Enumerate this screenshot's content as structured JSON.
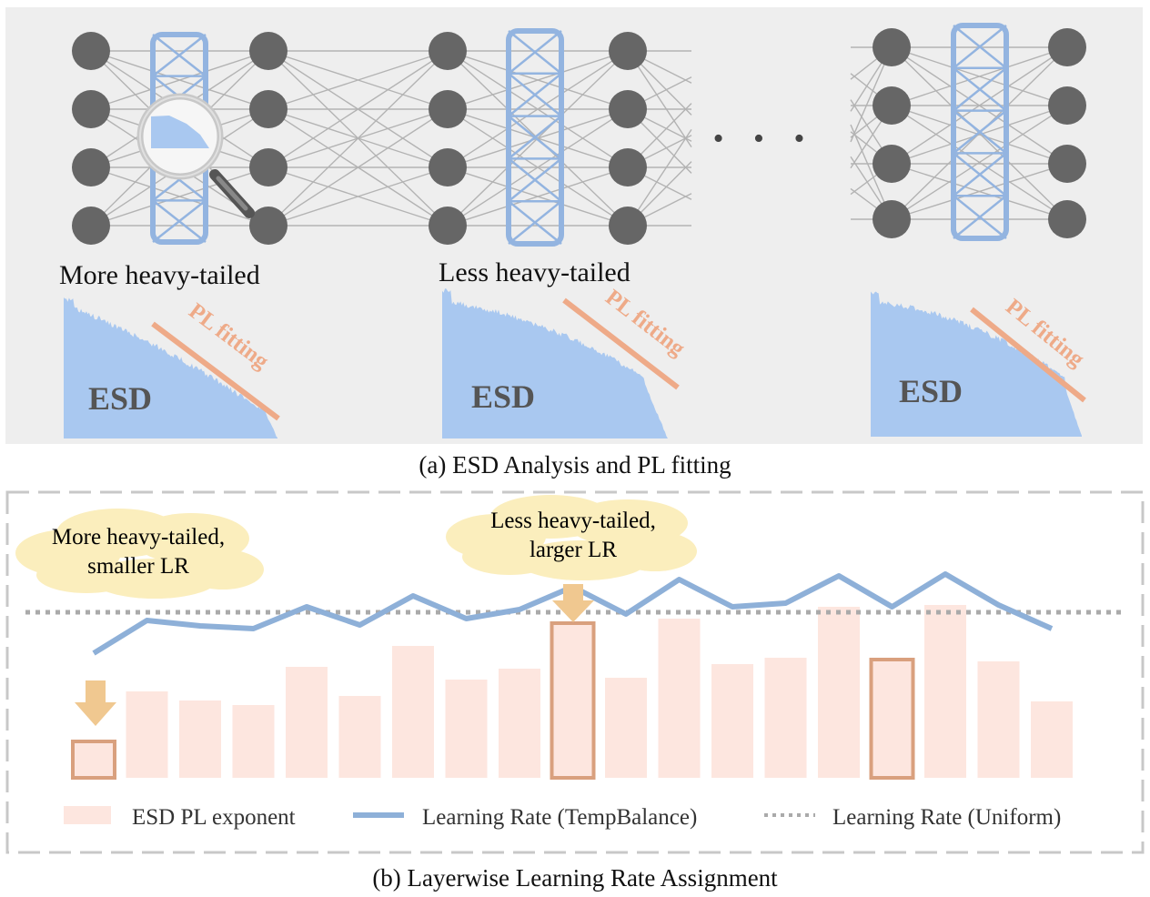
{
  "panel_a": {
    "layer_labels": [
      "More heavy-tailed",
      "Less heavy-tailed"
    ],
    "esd_label": "ESD",
    "fit_label": "PL fitting",
    "ellipsis": "• • •",
    "caption": "(a) ESD Analysis and PL fitting"
  },
  "panel_b": {
    "callout_left": [
      "More heavy-tailed,",
      "smaller LR"
    ],
    "callout_right": [
      "Less heavy-tailed,",
      "larger LR"
    ],
    "caption": "(b) Layerwise Learning Rate Assignment"
  },
  "legend": [
    {
      "label": "ESD PL exponent",
      "kind": "bar"
    },
    {
      "label": "Learning Rate (TempBalance)",
      "kind": "line"
    },
    {
      "label": "Learning Rate (Uniform)",
      "kind": "dotted"
    }
  ],
  "chart_data": {
    "type": "bar",
    "series": [
      {
        "name": "ESD PL exponent",
        "values": [
          40,
          95,
          85,
          80,
          122,
          90,
          145,
          108,
          120,
          170,
          110,
          175,
          125,
          132,
          188,
          130,
          190,
          128,
          84
        ]
      },
      {
        "name": "Learning Rate (TempBalance)",
        "values": [
          137,
          173,
          167,
          164,
          188,
          168,
          200,
          175,
          185,
          210,
          180,
          218,
          188,
          192,
          222,
          188,
          224,
          190,
          164
        ]
      },
      {
        "name": "Learning Rate (Uniform)",
        "values": [
          182
        ]
      }
    ],
    "highlighted_bars": [
      0,
      9,
      15
    ]
  },
  "colors": {
    "bar": "#fde6df",
    "bar_highlight_border": "#d9a07e",
    "line": "#8eb0d8",
    "uniform": "#aaaaaa",
    "esd_fill": "#a9c8f0",
    "fit_line": "#eeaa88",
    "node": "#666666",
    "box": "#93b4e0",
    "arrow": "#f0c890",
    "cloud": "#fbeebd"
  }
}
